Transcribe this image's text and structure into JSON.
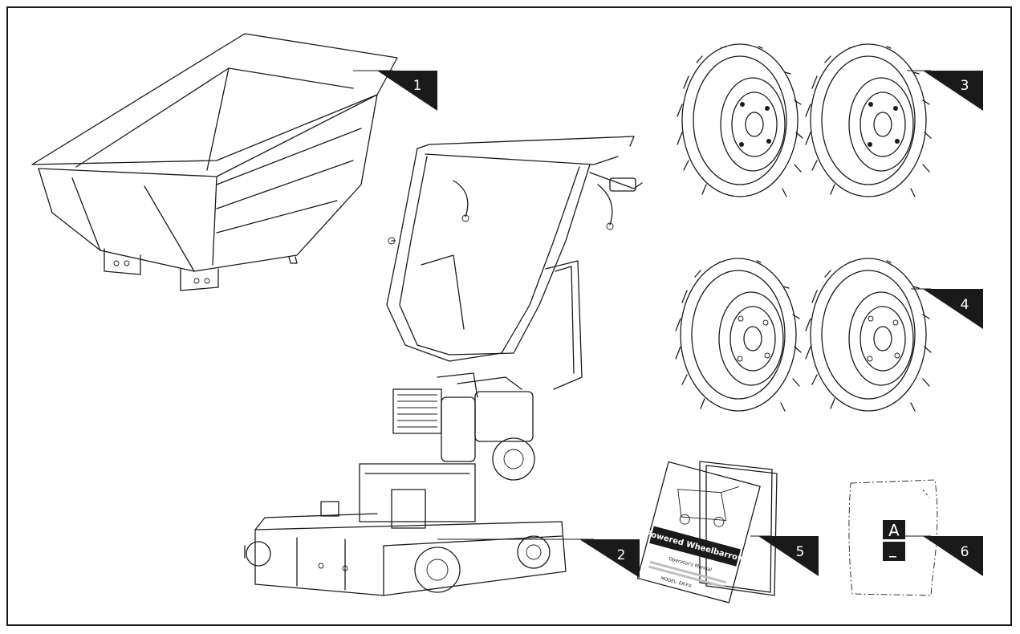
{
  "callouts": [
    {
      "number": "1",
      "part": "dump-bucket"
    },
    {
      "number": "2",
      "part": "power-unit"
    },
    {
      "number": "3",
      "part": "front-wheels"
    },
    {
      "number": "4",
      "part": "rear-wheels"
    },
    {
      "number": "5",
      "part": "operator-manual"
    },
    {
      "number": "6",
      "part": "hardware-bag"
    }
  ],
  "manual": {
    "title": "Powered Wheelbarrow",
    "subtitle": "Operator's Manual",
    "model": "MODEL: ER-FX"
  },
  "bag": {
    "label": "A"
  },
  "colors": {
    "line": "#1a1a1a",
    "background": "#ffffff",
    "callout_fill": "#1a1a1a",
    "callout_text": "#ffffff"
  }
}
